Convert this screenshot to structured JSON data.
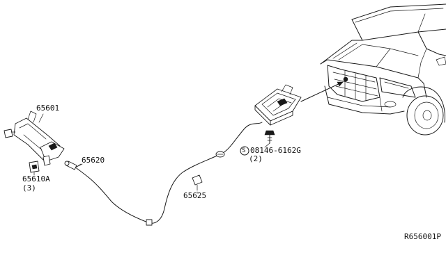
{
  "diagram": {
    "part_labels": {
      "lock": "65601",
      "clip": "65610A",
      "clip_qty": "(3)",
      "cable": "65620",
      "grommet": "65625",
      "bolt": "08146-6162G",
      "bolt_symbol": "S",
      "bolt_qty": "(2)"
    },
    "reference_code": "R656001P"
  }
}
